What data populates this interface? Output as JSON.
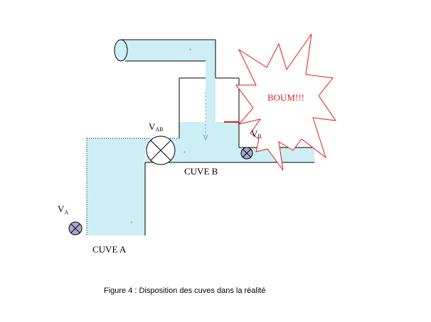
{
  "diagram": {
    "labels": {
      "valve_ab_main": "V",
      "valve_ab_sub": "AB",
      "valve_b_main": "V",
      "valve_b_sub": "B",
      "valve_a_main": "V",
      "valve_a_sub": "A",
      "tank_a": "CUVE A",
      "tank_b": "CUVE B",
      "explosion": "BOUM!!!"
    },
    "caption": "Figure 4 : Disposition des cuves dans la réalité"
  },
  "colors": {
    "water": "#cdeef4",
    "outline": "#000000",
    "explosion": "#e21b1b",
    "valve_fill": "#a9a8cf",
    "flow_marker": "#6fa8c8"
  },
  "icons": {
    "valve_ab": "cross-valve-icon",
    "valve_b": "small-valve-icon",
    "valve_a": "small-valve-icon",
    "flow": "down-arrow-icon",
    "explosion": "starburst-icon"
  }
}
